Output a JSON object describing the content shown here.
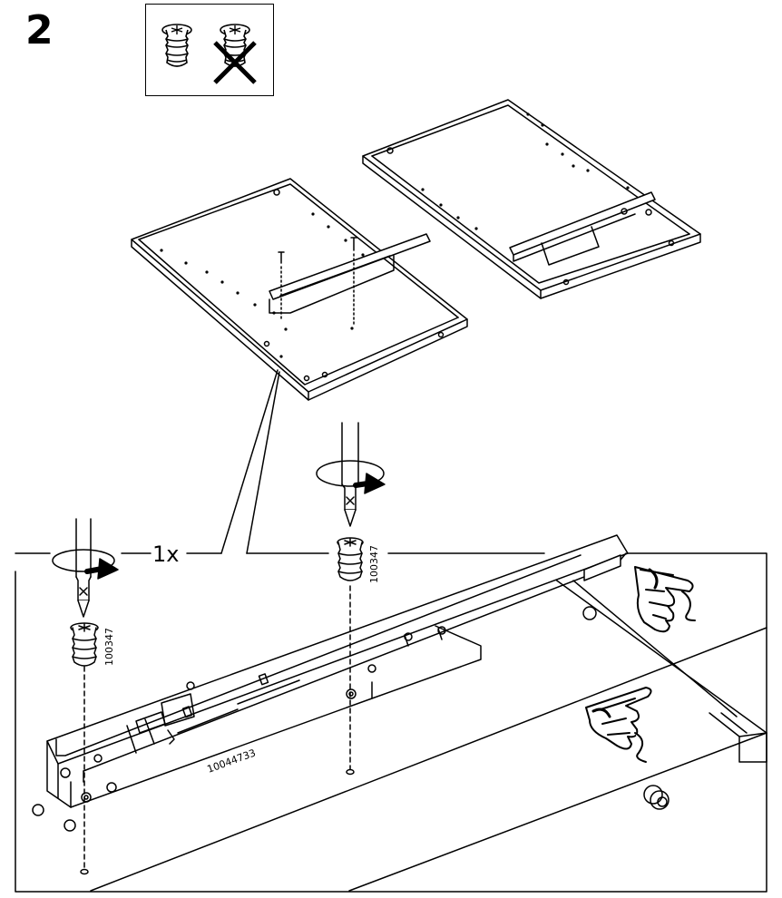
{
  "step": {
    "number": "2"
  },
  "detail": {
    "quantity": "1x",
    "screw_left_part": "100347",
    "screw_right_part": "100347",
    "rail_part": "10044733"
  },
  "icons": [
    "correct-screw-icon",
    "wrong-screw-icon",
    "screwdriver-icon",
    "rotate-arrow-icon",
    "pointing-hand-icon"
  ],
  "colors": {
    "ink": "#000000",
    "paper": "#ffffff"
  }
}
